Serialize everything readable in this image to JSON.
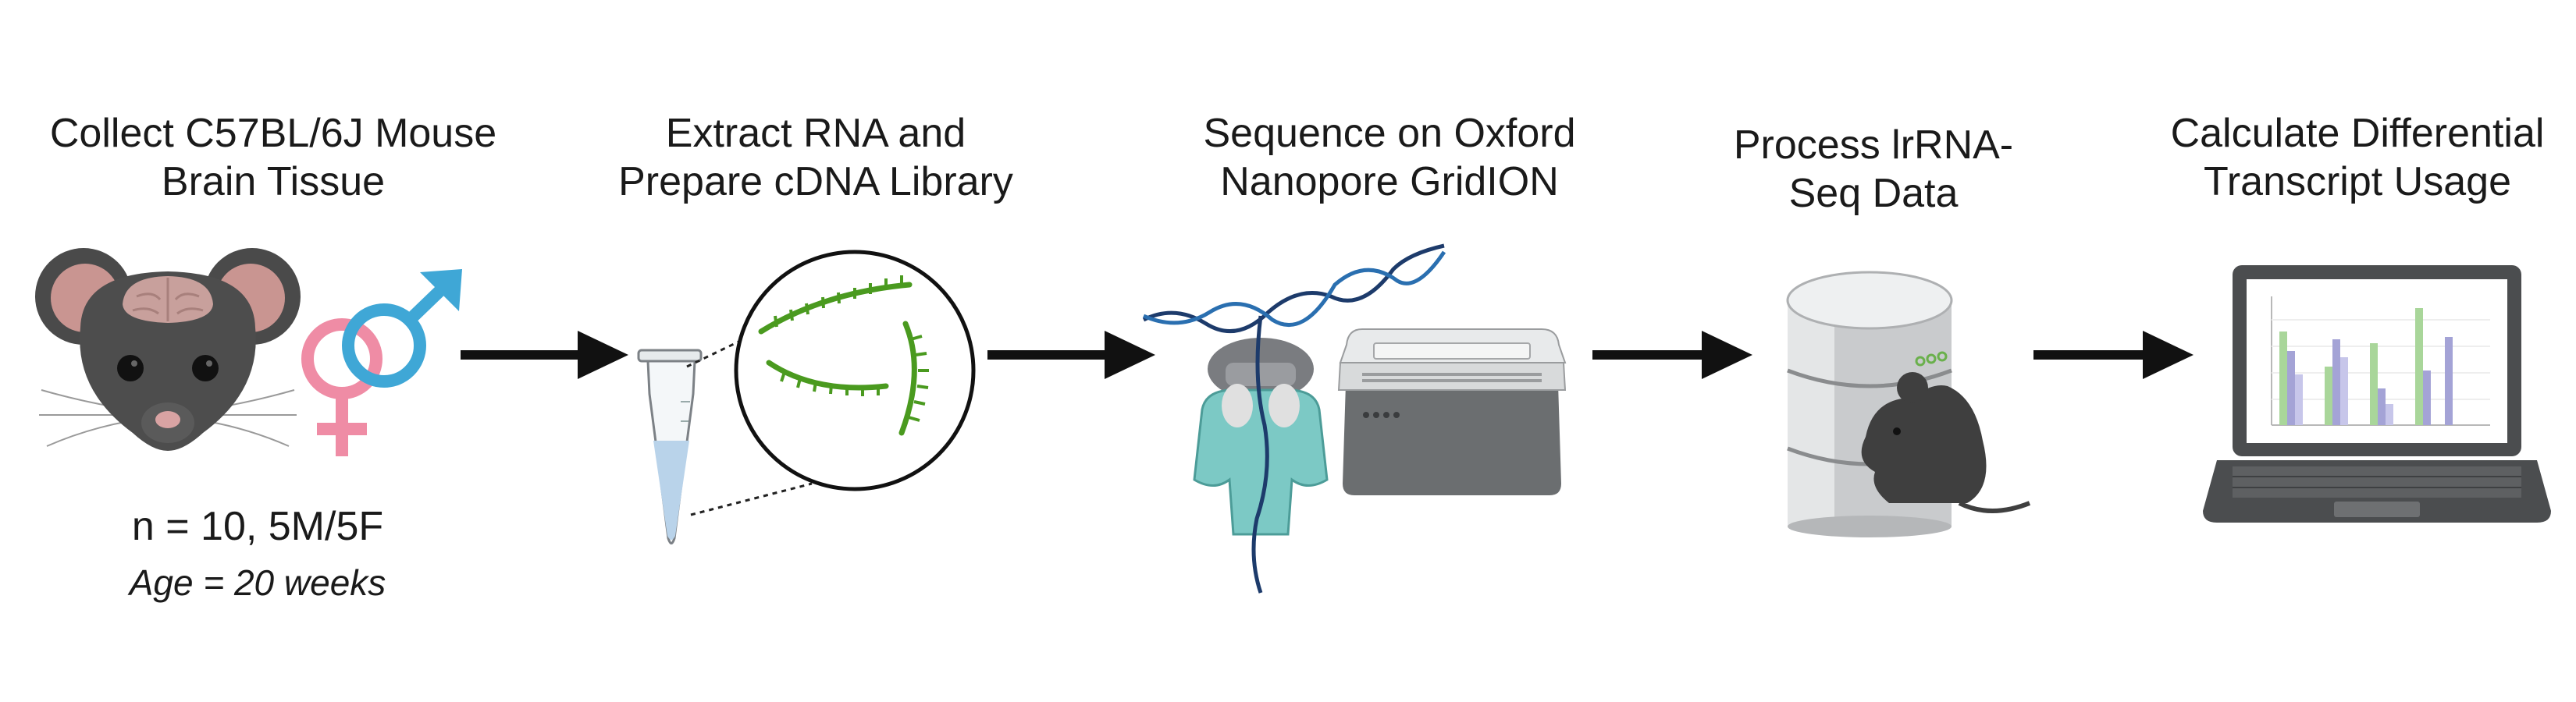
{
  "steps": [
    {
      "id": "collect",
      "title_lines": [
        "Collect C57BL/6J Mouse",
        "Brain Tissue"
      ]
    },
    {
      "id": "extract",
      "title_lines": [
        "Extract RNA and",
        "Prepare cDNA Library"
      ]
    },
    {
      "id": "sequence",
      "title_lines": [
        "Sequence on Oxford",
        "Nanopore GridION"
      ]
    },
    {
      "id": "process",
      "title_lines": [
        "Process lrRNA-",
        "Seq Data"
      ]
    },
    {
      "id": "calculate",
      "title_lines": [
        "Calculate Differential",
        "Transcript Usage"
      ]
    }
  ],
  "cohort": {
    "sample_size": "n = 10, 5M/5F",
    "age": "Age = 20 weeks"
  },
  "icons": [
    "mouse-head-icon",
    "female-symbol-icon",
    "male-symbol-icon",
    "microtube-icon",
    "cdna-magnifier-icon",
    "nanopore-pore-icon",
    "gridion-sequencer-icon",
    "database-mouse-icon",
    "laptop-chart-icon",
    "arrow-right-icon"
  ],
  "colors": {
    "arrow": "#111111",
    "mouse": "#4a4a4a",
    "female": "#ef8ca5",
    "male": "#3fa7d6",
    "cdna": "#4a9a1f",
    "pore": "#7cc9c5",
    "strand": "#1d3b6b",
    "sequencer": "#6b6e70",
    "bar_green": "#a9d69a",
    "bar_purple": "#a4a3d6"
  }
}
